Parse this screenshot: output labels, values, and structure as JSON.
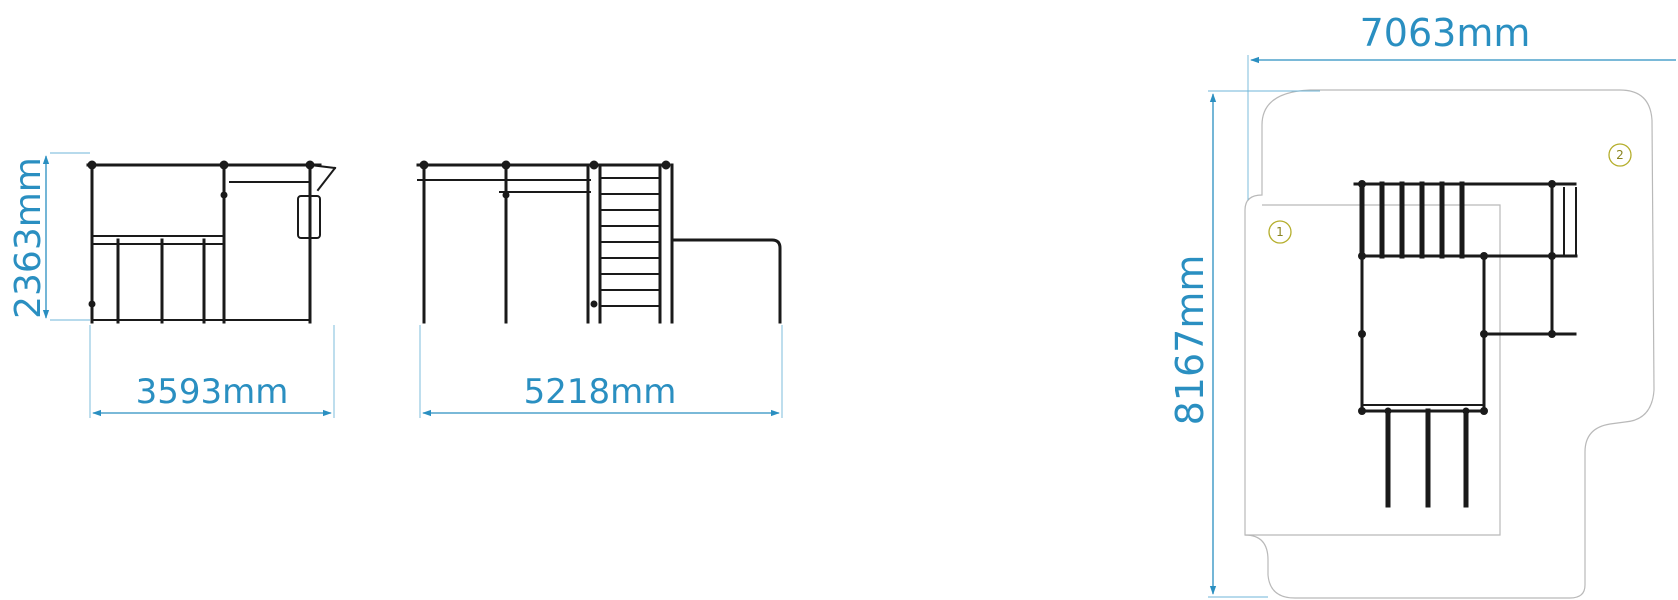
{
  "dimensions": {
    "front_height": "2363mm",
    "front_width": "3593mm",
    "side_width": "5218mm",
    "plan_width": "7063mm",
    "plan_depth": "8167mm"
  },
  "callouts": [
    "1",
    "2"
  ],
  "colors": {
    "dimension": "#2a8fc1",
    "structure": "#1a1a1a",
    "safety_zone": "#b9b9b9",
    "callout": "#b5ae2c"
  }
}
